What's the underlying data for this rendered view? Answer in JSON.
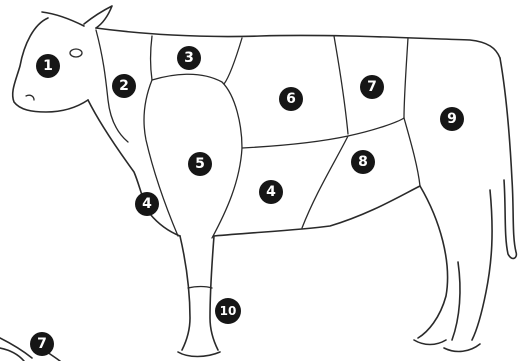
{
  "diagram": {
    "cuts": [
      {
        "id": "cut-1",
        "number": "1"
      },
      {
        "id": "cut-2",
        "number": "2"
      },
      {
        "id": "cut-3",
        "number": "3"
      },
      {
        "id": "cut-4-shank",
        "number": "4"
      },
      {
        "id": "cut-4-belly",
        "number": "4"
      },
      {
        "id": "cut-5",
        "number": "5"
      },
      {
        "id": "cut-6",
        "number": "6"
      },
      {
        "id": "cut-7",
        "number": "7"
      },
      {
        "id": "cut-8",
        "number": "8"
      },
      {
        "id": "cut-9",
        "number": "9"
      },
      {
        "id": "cut-10",
        "number": "10"
      },
      {
        "id": "cut-7-partial",
        "number": "7"
      }
    ]
  }
}
